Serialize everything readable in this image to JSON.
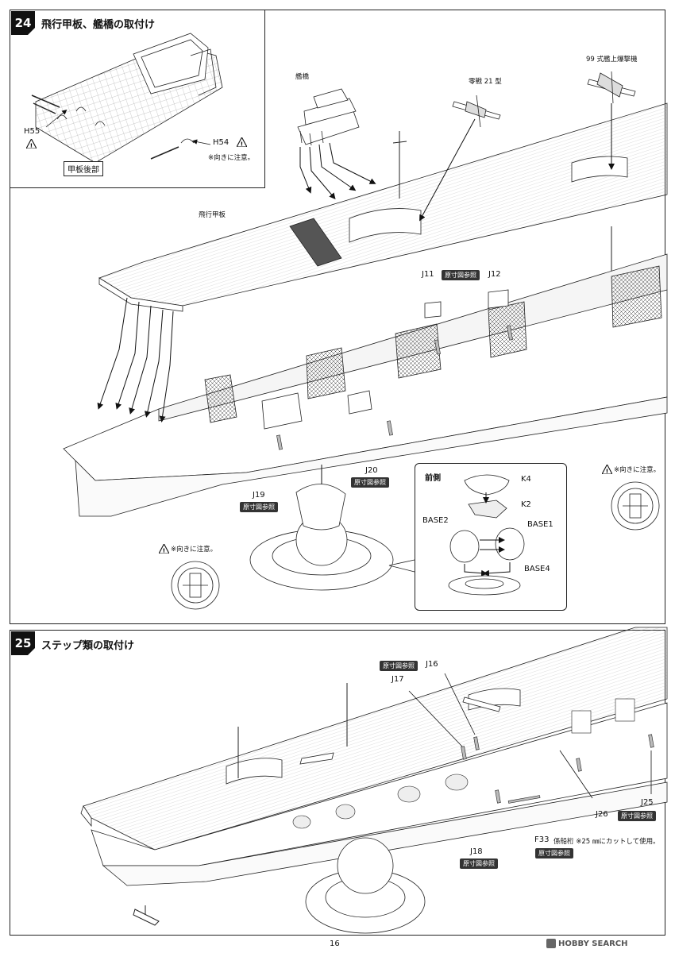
{
  "step24": {
    "number": "24",
    "title": "飛行甲板、艦橋の取付け",
    "inset_label": "甲板後部",
    "h55": "H55",
    "h54": "H54",
    "inset_note": "※向きに注意。",
    "bridge": "艦橋",
    "zero": "零戦 21 型",
    "val": "99 式艦上爆撃機",
    "flight_deck": "飛行甲板",
    "j11": "J11",
    "j12": "J12",
    "ref_tag": "原寸図参照",
    "j19": "J19",
    "j20": "J20",
    "front_label": "前側",
    "k4": "K4",
    "k2": "K2",
    "base1": "BASE1",
    "base2": "BASE2",
    "base4": "BASE4",
    "note_left": "※向きに注意。",
    "note_right": "※向きに注意。"
  },
  "step25": {
    "number": "25",
    "title": "ステップ類の取付け",
    "j16": "J16",
    "j17": "J17",
    "j18": "J18",
    "j25": "J25",
    "j26": "J26",
    "f33": "F33",
    "f33_note": "係船桁 ※25 ㎜にカットして使用。",
    "ref_tag": "原寸図参照"
  },
  "footer": {
    "page_number": "16",
    "watermark": "HOBBY SEARCH"
  }
}
